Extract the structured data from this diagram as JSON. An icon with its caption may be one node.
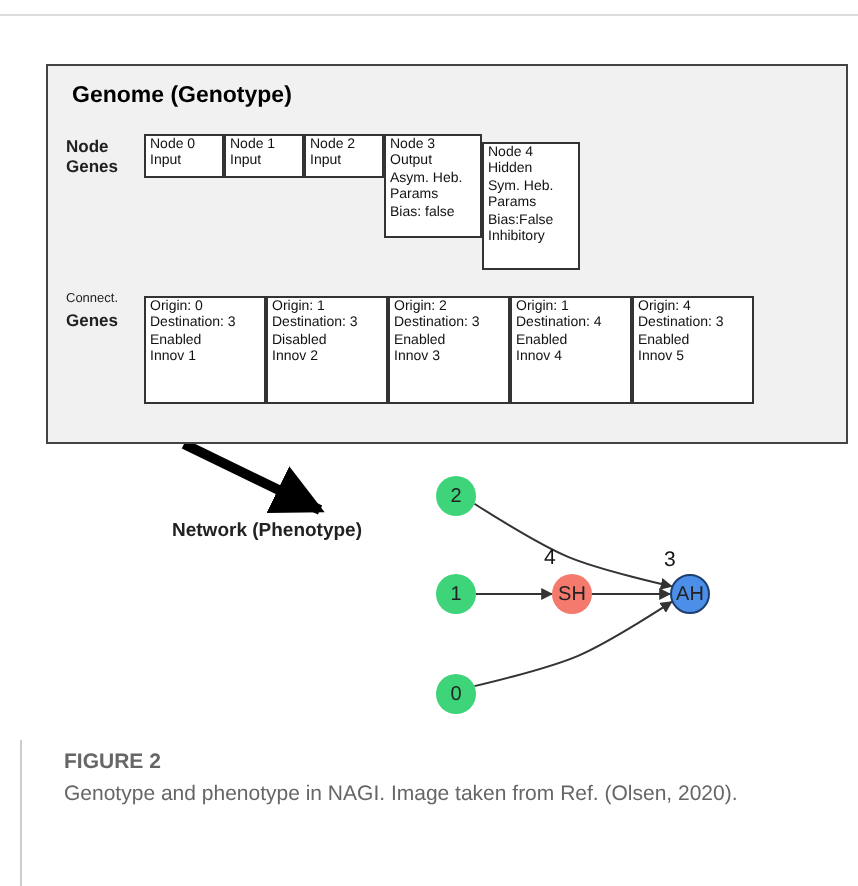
{
  "diagram": {
    "caption": "Genotype and phenotype in NAGI. Image taken from Ref. (Olsen, 2020).",
    "nodes": [
      {
        "text": [
          "Genome (Genotype)"
        ]
      },
      {
        "text": [
          "Node 0",
          "Input"
        ],
        "in": 0
      },
      {
        "text": [
          "Node 1",
          "Input"
        ],
        "in": 0
      },
      {
        "text": [
          "Node 2",
          "Input"
        ],
        "in": 0
      },
      {
        "text": [
          "Node 3",
          "Output",
          "Asym. Heb.",
          "Params",
          "Bias: false"
        ],
        "in": 0
      },
      {
        "text": [
          "Node 4",
          "Hidden",
          "Sym. Heb.",
          "Params",
          "Bias:False",
          "Inhibitory"
        ],
        "in": 0
      },
      {
        "text": [
          "Origin: 0",
          "Destination: 3",
          "Enabled",
          "Innov 1"
        ],
        "in": 0
      },
      {
        "text": [
          "Origin: 1",
          "Destination: 3",
          "Disabled",
          "Innov 2"
        ],
        "in": 0
      },
      {
        "text": [
          "Origin: 2",
          "Destination: 3",
          "Enabled",
          "Innov 3"
        ],
        "in": 0
      },
      {
        "text": [
          "Origin: 1",
          "Destination: 4",
          "Enabled",
          "Innov 4"
        ],
        "in": 0
      },
      {
        "text": [
          "Origin: 4",
          "Destination: 3",
          "Enabled",
          "Innov 5"
        ],
        "in": 0
      },
      {
        "text": [
          "2"
        ]
      },
      {
        "text": [
          "1"
        ]
      },
      {
        "text": [
          "0"
        ]
      },
      {
        "text": [
          "SH"
        ],
        "beside": [
          "4"
        ]
      },
      {
        "text": [
          "AH"
        ],
        "beside": [
          "3"
        ]
      },
      {
        "text": [
          "Network (Phenotype)"
        ]
      }
    ],
    "edges": [
      {
        "from": 0,
        "to": 16,
        "arrow": "to",
        "style": "thick"
      },
      {
        "from": 11,
        "to": 15,
        "arrow": "to"
      },
      {
        "from": 12,
        "to": 14,
        "arrow": "to"
      },
      {
        "from": 14,
        "to": 15,
        "arrow": "to"
      },
      {
        "from": 13,
        "to": 15,
        "arrow": "to"
      }
    ],
    "labels": [
      "Node Genes",
      "Connect.",
      "Genes",
      "FIGURE 2"
    ]
  }
}
